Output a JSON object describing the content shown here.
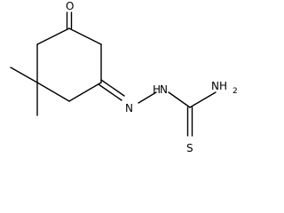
{
  "structure": {
    "atoms": {
      "oxygen": "O",
      "imine_nitrogen": "N",
      "hydrazine_nh": "H",
      "hydrazine_n": "N",
      "amine_n": "NH",
      "amine_subscript": "2",
      "sulfur": "S"
    }
  },
  "colors": {
    "bond": "#000000",
    "background": "#ffffff"
  }
}
